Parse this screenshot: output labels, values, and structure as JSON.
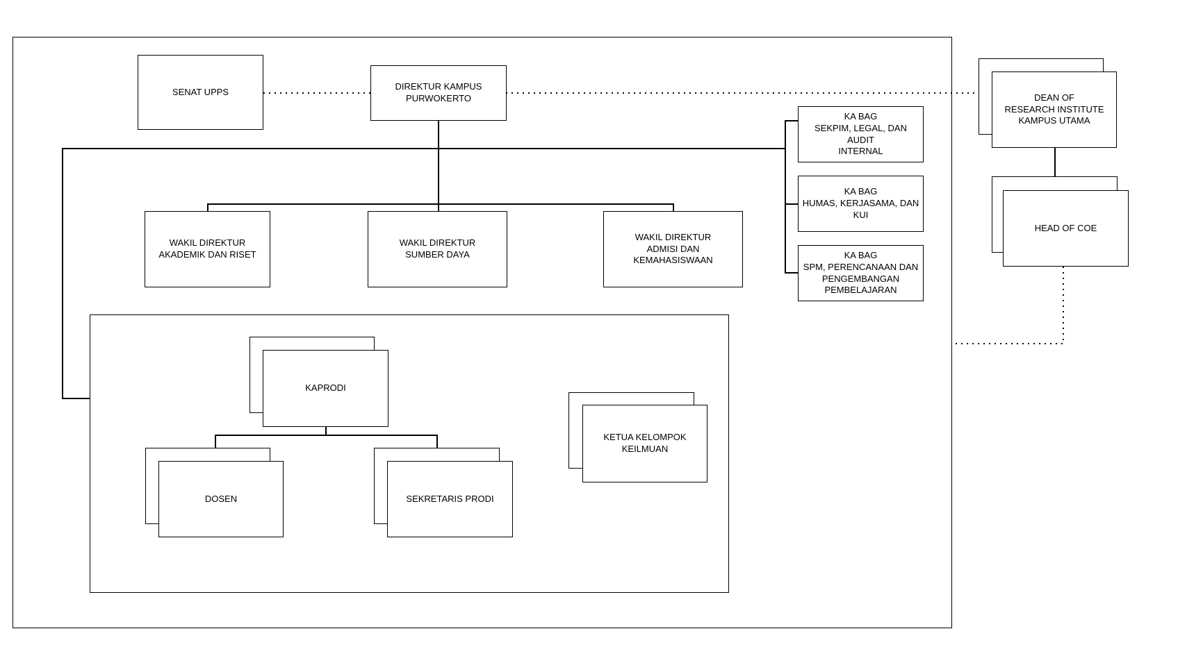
{
  "nodes": {
    "senat": {
      "label": "SENAT UPPS"
    },
    "direktur": {
      "label": "DIREKTUR KAMPUS\nPURWOKERTO"
    },
    "wakil_akademik": {
      "label": "WAKIL DIREKTUR\nAKADEMIK DAN RISET"
    },
    "wakil_sumber": {
      "label": "WAKIL DIREKTUR\nSUMBER DAYA"
    },
    "wakil_admisi": {
      "label": "WAKIL DIREKTUR\nADMISI DAN KEMAHASISWAAN"
    },
    "kabag_sekpim": {
      "label": "KA BAG\nSEKPIM, LEGAL, DAN AUDIT\nINTERNAL"
    },
    "kabag_humas": {
      "label": "KA BAG\nHUMAS, KERJASAMA, DAN\nKUI"
    },
    "kabag_spm": {
      "label": "KA BAG\nSPM, PERENCANAAN DAN\nPENGEMBANGAN\nPEMBELAJARAN"
    },
    "kaprodi": {
      "label": "KAPRODI"
    },
    "dosen": {
      "label": "DOSEN"
    },
    "sekretaris": {
      "label": "SEKRETARIS PRODI"
    },
    "ketua_kelompok": {
      "label": "KETUA KELOMPOK\nKEILMUAN"
    },
    "dean": {
      "label": "DEAN OF\nRESEARCH INSTITUTE\nKAMPUS UTAMA"
    },
    "head_coe": {
      "label": "HEAD OF COE"
    }
  },
  "edges": [
    {
      "from": "senat",
      "to": "direktur",
      "style": "dotted"
    },
    {
      "from": "direktur",
      "to": "dean",
      "style": "dotted"
    },
    {
      "from": "direktur",
      "to": "wakil_akademik",
      "style": "solid"
    },
    {
      "from": "direktur",
      "to": "wakil_sumber",
      "style": "solid"
    },
    {
      "from": "direktur",
      "to": "wakil_admisi",
      "style": "solid"
    },
    {
      "from": "main",
      "to": "kabag_sekpim",
      "style": "solid"
    },
    {
      "from": "main",
      "to": "kabag_humas",
      "style": "solid"
    },
    {
      "from": "main",
      "to": "kabag_spm",
      "style": "solid"
    },
    {
      "from": "main",
      "to": "prodi_group",
      "style": "solid"
    },
    {
      "from": "kaprodi",
      "to": "dosen",
      "style": "solid"
    },
    {
      "from": "kaprodi",
      "to": "sekretaris",
      "style": "solid"
    },
    {
      "from": "dean",
      "to": "head_coe",
      "style": "solid"
    },
    {
      "from": "head_coe",
      "to": "outer_frame",
      "style": "dotted"
    }
  ],
  "colors": {
    "stroke": "#000000",
    "background": "#ffffff",
    "text": "#000000"
  }
}
